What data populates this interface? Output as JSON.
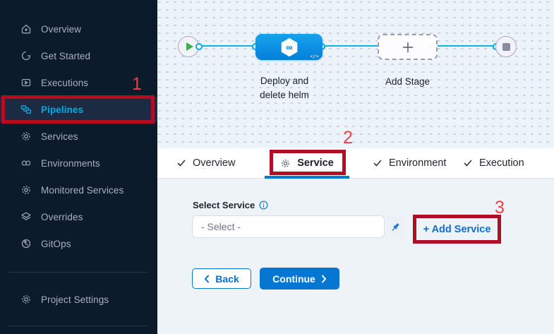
{
  "sidebar": {
    "items": [
      {
        "label": "Overview",
        "icon": "home-icon"
      },
      {
        "label": "Get Started",
        "icon": "get-started-icon"
      },
      {
        "label": "Executions",
        "icon": "executions-icon"
      },
      {
        "label": "Pipelines",
        "icon": "pipelines-icon",
        "selected": true
      },
      {
        "label": "Services",
        "icon": "services-icon"
      },
      {
        "label": "Environments",
        "icon": "environments-icon"
      },
      {
        "label": "Monitored Services",
        "icon": "monitored-services-icon"
      },
      {
        "label": "Overrides",
        "icon": "overrides-icon"
      },
      {
        "label": "GitOps",
        "icon": "gitops-icon"
      }
    ],
    "project_settings_label": "Project Settings"
  },
  "pipeline": {
    "stage_name_line1": "Deploy and",
    "stage_name_line2": "delete helm",
    "add_stage_label": "Add Stage",
    "infinity_glyph": "∞",
    "code_glyph": "</>"
  },
  "tabs": [
    {
      "label": "Overview",
      "state": "done"
    },
    {
      "label": "Service",
      "state": "active"
    },
    {
      "label": "Environment",
      "state": "done"
    },
    {
      "label": "Execution",
      "state": "done"
    }
  ],
  "form": {
    "select_service_label": "Select Service",
    "select_placeholder": "- Select -",
    "add_service_label": "+ Add Service",
    "back_label": "Back",
    "continue_label": "Continue"
  },
  "annotations": {
    "step1": "1",
    "step2": "2",
    "step3": "3"
  },
  "colors": {
    "sidebar_bg": "#0b1b2c",
    "selected_row_bg": "#1b2b41",
    "accent_cyan": "#00ade4",
    "accent_blue": "#0278d5",
    "annotation_number_red": "#f03e44",
    "annotation_box_red": "#b20d24",
    "stage_node_blue": "#0b90e0",
    "canvas_bg": "#edf3fa"
  }
}
